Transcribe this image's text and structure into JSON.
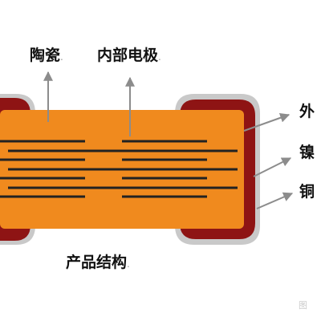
{
  "labels": {
    "ceramic": "陶瓷",
    "inner_electrode": "内部电极",
    "structure": "产品结构",
    "outer_layer": "外",
    "nickel_layer": "镍",
    "copper_layer": "铜",
    "trailing_dot": "."
  },
  "watermark": "图",
  "colors": {
    "ceramic_body": "#F08A1E",
    "terminal_dark_red": "#8E1414",
    "terminal_plating": "#C9C9C9",
    "electrode_lines": "#222222",
    "arrows": "#8C8C8C"
  }
}
